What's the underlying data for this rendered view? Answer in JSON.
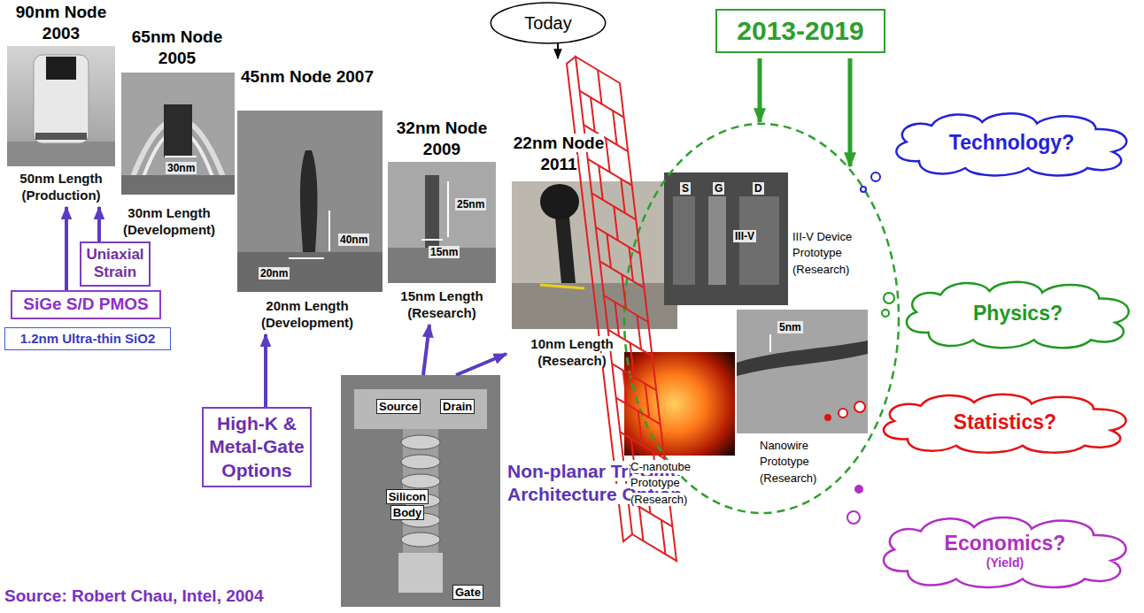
{
  "diagram": {
    "nodes": [
      {
        "text": [
          "90nm Node 2003",
          "50nm Length (Production)"
        ]
      },
      {
        "text": [
          "65nm Node 2005",
          "30nm",
          "30nm Length (Development)"
        ]
      },
      {
        "text": [
          "45nm Node 2007",
          "40nm",
          "20nm",
          "20nm Length (Development)"
        ]
      },
      {
        "text": [
          "32nm Node 2009",
          "25nm",
          "15nm",
          "15nm Length (Research)"
        ]
      },
      {
        "text": [
          "22nm Node 2011",
          "10nm Length (Research)"
        ]
      },
      {
        "text": [
          "Uniaxial Strain"
        ]
      },
      {
        "text": [
          "SiGe S/D PMOS"
        ]
      },
      {
        "text": [
          "1.2nm Ultra-thin SiO2"
        ]
      },
      {
        "text": [
          "High-K & Metal-Gate Options"
        ]
      },
      {
        "text": [
          "Source",
          "Drain",
          "Silicon Body",
          "Gate",
          "Non-planar Tri-Gate Architecture Option"
        ]
      },
      {
        "text": [
          "Today"
        ]
      },
      {
        "text": [
          "2013-2019"
        ]
      },
      {
        "text": [
          "Technology?"
        ]
      },
      {
        "text": [
          "S",
          "G",
          "D",
          "III-V",
          "III-V Device Prototype (Research)"
        ]
      },
      {
        "text": [
          "Physics?"
        ]
      },
      {
        "text": [
          "5nm",
          "Nanowire Prototype (Research)"
        ]
      },
      {
        "text": [
          "C-nanotube Prototype (Research)"
        ]
      },
      {
        "text": [
          "Statistics?"
        ]
      },
      {
        "text": [
          "Economics?",
          "(Yield)"
        ]
      }
    ],
    "edges": [
      {
        "from": 6,
        "to": 0,
        "arrow": "to"
      },
      {
        "from": 5,
        "to": 0,
        "arrow": "to"
      },
      {
        "from": 8,
        "to": 2,
        "arrow": "to"
      },
      {
        "from": 9,
        "to": 3,
        "arrow": "to"
      },
      {
        "from": 9,
        "to": 4,
        "arrow": "to"
      }
    ],
    "labels": [
      "Source: Robert Chau, Intel, 2004"
    ]
  }
}
